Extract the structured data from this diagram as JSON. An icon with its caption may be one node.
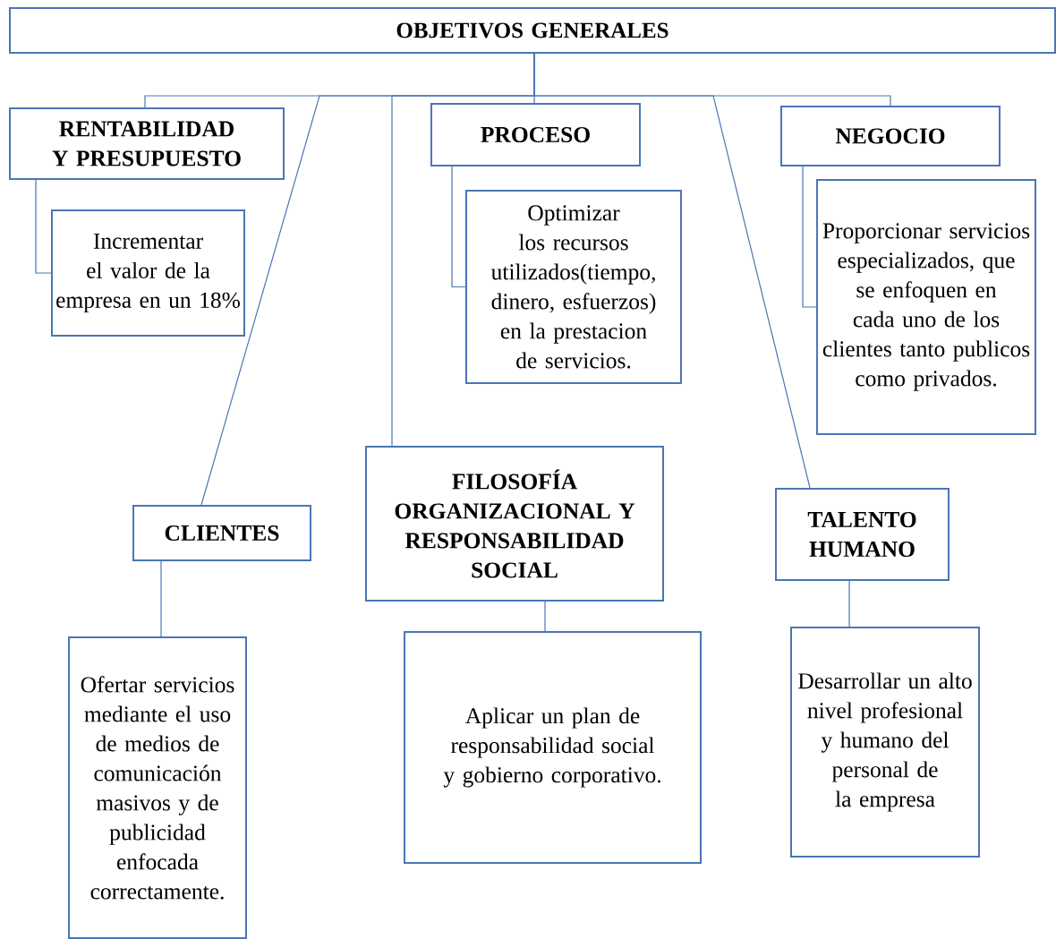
{
  "diagram": {
    "nodes": [
      {
        "text": [
          "OBJETIVOS GENERALES"
        ]
      },
      {
        "text": [
          "RENTABILIDAD Y PRESUPUESTO"
        ]
      },
      {
        "text": [
          "Incrementar el valor de la empresa en un 18%"
        ]
      },
      {
        "text": [
          "PROCESO"
        ]
      },
      {
        "text": [
          "Optimizar  los recursos utilizados(tiempo, dinero, esfuerzos) en la prestacion de servicios."
        ]
      },
      {
        "text": [
          "NEGOCIO"
        ]
      },
      {
        "text": [
          "Proporcionar servicios especializados, que se enfoquen en cada uno de los clientes tanto publicos como privados."
        ]
      },
      {
        "text": [
          "CLIENTES"
        ]
      },
      {
        "text": [
          "Ofertar servicios mediante el uso de medios de comunicación masivos y de publicidad enfocada correctamente."
        ]
      },
      {
        "text": [
          "FILOSOFÍA ORGANIZACIONAL Y RESPONSABILIDAD SOCIAL"
        ]
      },
      {
        "text": [
          "Aplicar un plan de responsabilidad social y gobierno corporativo."
        ]
      },
      {
        "text": [
          "TALENTO HUMANO"
        ]
      },
      {
        "text": [
          "Desarrollar un alto nivel profesional y humano del personal de la empresa"
        ]
      }
    ],
    "edges": [
      {
        "from": 0,
        "to": 1,
        "arrow": "none"
      },
      {
        "from": 0,
        "to": 3,
        "arrow": "none"
      },
      {
        "from": 0,
        "to": 5,
        "arrow": "none"
      },
      {
        "from": 0,
        "to": 7,
        "arrow": "none"
      },
      {
        "from": 0,
        "to": 9,
        "arrow": "none"
      },
      {
        "from": 0,
        "to": 11,
        "arrow": "none"
      },
      {
        "from": 1,
        "to": 2,
        "arrow": "none"
      },
      {
        "from": 3,
        "to": 4,
        "arrow": "none"
      },
      {
        "from": 5,
        "to": 6,
        "arrow": "none"
      },
      {
        "from": 7,
        "to": 8,
        "arrow": "none"
      },
      {
        "from": 9,
        "to": 10,
        "arrow": "none"
      },
      {
        "from": 11,
        "to": 12,
        "arrow": "none"
      }
    ]
  }
}
